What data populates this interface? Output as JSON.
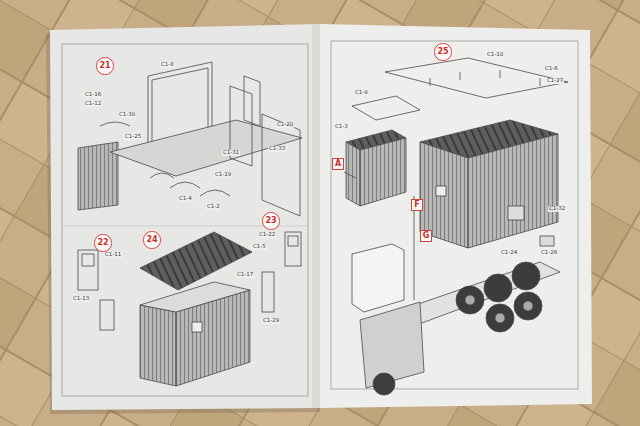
{
  "diagram": {
    "nodes": [
      {
        "text": [
          "21"
        ]
      },
      {
        "text": [
          "22"
        ]
      },
      {
        "text": [
          "24"
        ]
      },
      {
        "text": [
          "23"
        ]
      },
      {
        "text": [
          "25"
        ]
      },
      {
        "text": [
          "A"
        ]
      },
      {
        "text": [
          "F"
        ]
      },
      {
        "text": [
          "G"
        ]
      }
    ],
    "labels": [
      "C1-8",
      "C1-16",
      "C1-12",
      "C1-30",
      "C1-25",
      "C1-31",
      "C1-33",
      "C1-20",
      "C1-4",
      "C1-2",
      "C1-19",
      "C1-11",
      "C1-13",
      "C1-5",
      "C1-17",
      "C1-29",
      "C1-22",
      "C1-6",
      "C1-27",
      "C1-9",
      "C1-3",
      "C1-10",
      "C1-32",
      "C1-26",
      "C1-24"
    ]
  }
}
